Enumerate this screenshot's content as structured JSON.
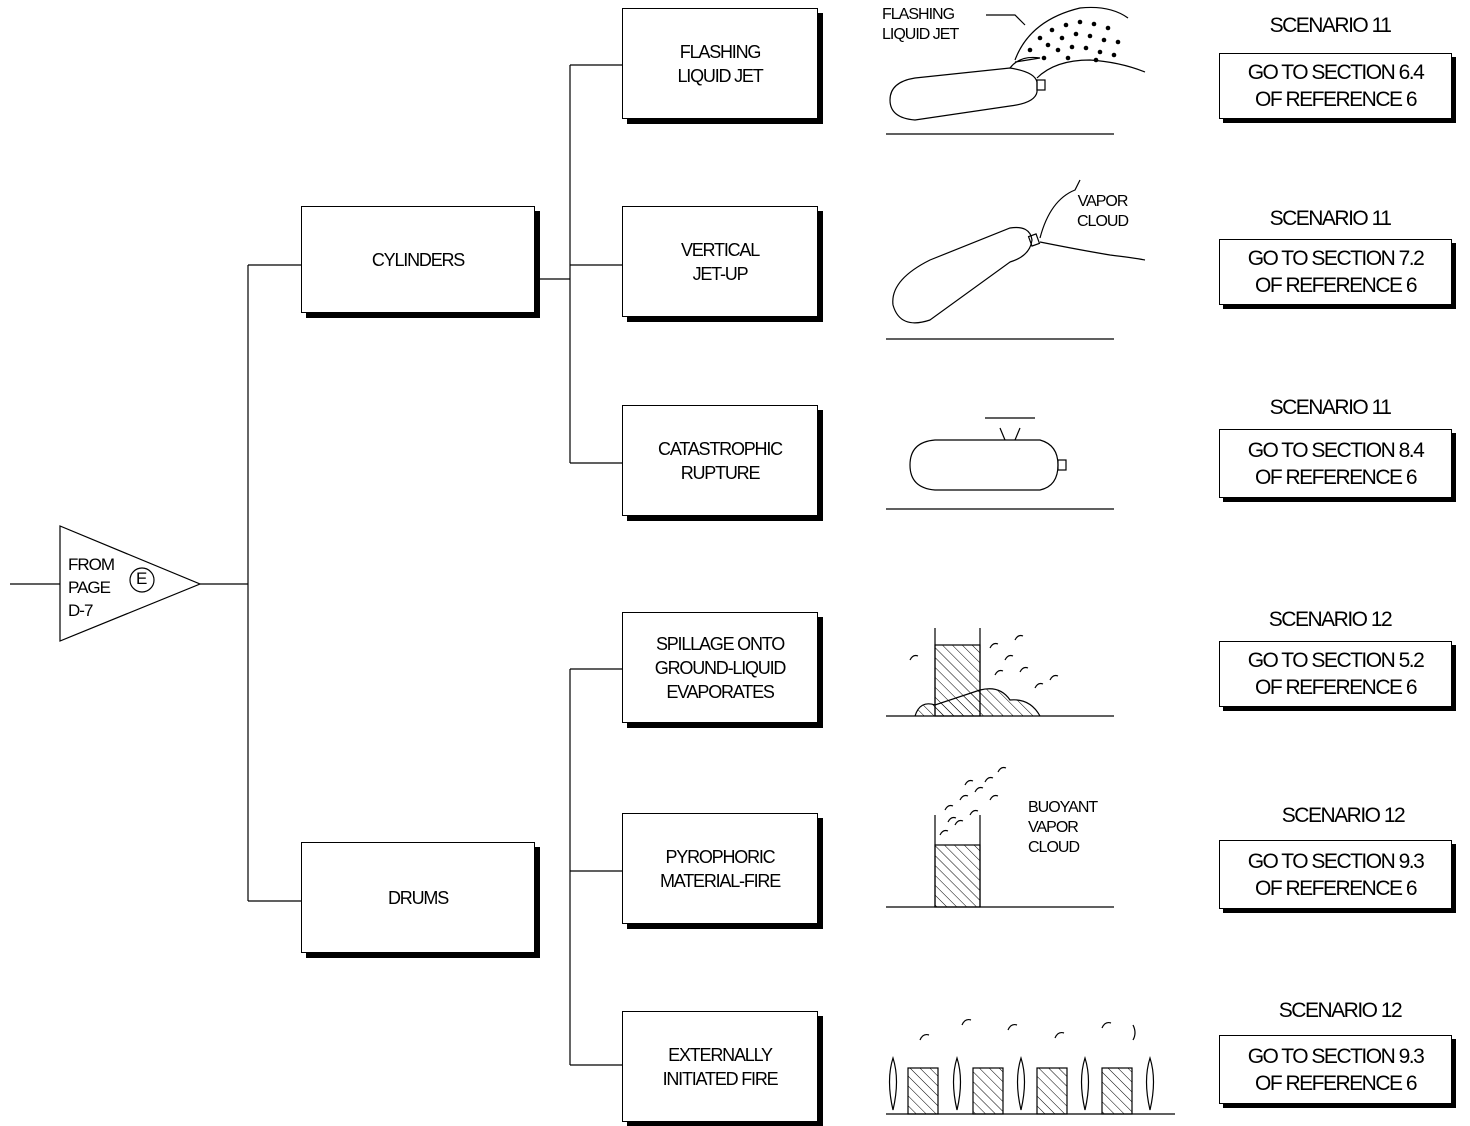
{
  "source": {
    "text": "FROM\nPAGE\nD-7",
    "connector": "E"
  },
  "categories": [
    {
      "label": "CYLINDERS"
    },
    {
      "label": "DRUMS"
    }
  ],
  "branches": [
    {
      "label": "FLASHING\nLIQUID JET",
      "scenario": "SCENARIO 11",
      "reference": "GO TO SECTION 6.4\nOF REFERENCE 6",
      "illustration_labels": [
        "FLASHING\nLIQUID JET"
      ]
    },
    {
      "label": "VERTICAL\nJET-UP",
      "scenario": "SCENARIO 11",
      "reference": "GO TO SECTION 7.2\nOF REFERENCE 6",
      "illustration_labels": [
        "VAPOR\nCLOUD"
      ]
    },
    {
      "label": "CATASTROPHIC\nRUPTURE",
      "scenario": "SCENARIO 11",
      "reference": "GO TO SECTION 8.4\nOF REFERENCE 6",
      "illustration_labels": []
    },
    {
      "label": "SPILLAGE ONTO\nGROUND-LIQUID\nEVAPORATES",
      "scenario": "SCENARIO 12",
      "reference": "GO TO SECTION 5.2\nOF REFERENCE 6",
      "illustration_labels": []
    },
    {
      "label": "PYROPHORIC\nMATERIAL-FIRE",
      "scenario": "SCENARIO 12",
      "reference": "GO TO SECTION 9.3\nOF REFERENCE 6",
      "illustration_labels": [
        "BUOYANT\nVAPOR\nCLOUD"
      ]
    },
    {
      "label": "EXTERNALLY\nINITIATED FIRE",
      "scenario": "SCENARIO 12",
      "reference": "GO TO SECTION 9.3\nOF REFERENCE 6",
      "illustration_labels": []
    }
  ]
}
